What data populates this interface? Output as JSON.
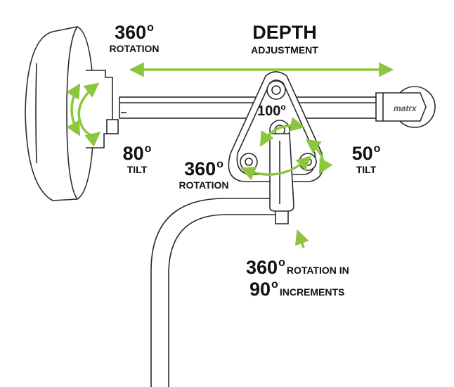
{
  "labels": {
    "rotation_top": {
      "value": "360",
      "unit": "o",
      "caption": "ROTATION"
    },
    "depth": {
      "title": "DEPTH",
      "caption": "ADJUSTMENT"
    },
    "hub_angle": {
      "value": "100",
      "unit": "o"
    },
    "tilt_left": {
      "value": "80",
      "unit": "o",
      "caption": "TILT"
    },
    "tilt_right": {
      "value": "50",
      "unit": "o",
      "caption": "TILT"
    },
    "rotation_mid": {
      "value": "360",
      "unit": "o",
      "caption": "ROTATION"
    },
    "rotation_post": {
      "line1_value": "360",
      "line1_unit": "o",
      "line1_caption": "ROTATION IN",
      "line2_value": "90",
      "line2_unit": "o",
      "line2_caption": "INCREMENTS"
    },
    "brand": "matrx"
  },
  "colors": {
    "arrow_green": "#8cc63f",
    "line": "#2a2a2a",
    "label": "#111111"
  }
}
